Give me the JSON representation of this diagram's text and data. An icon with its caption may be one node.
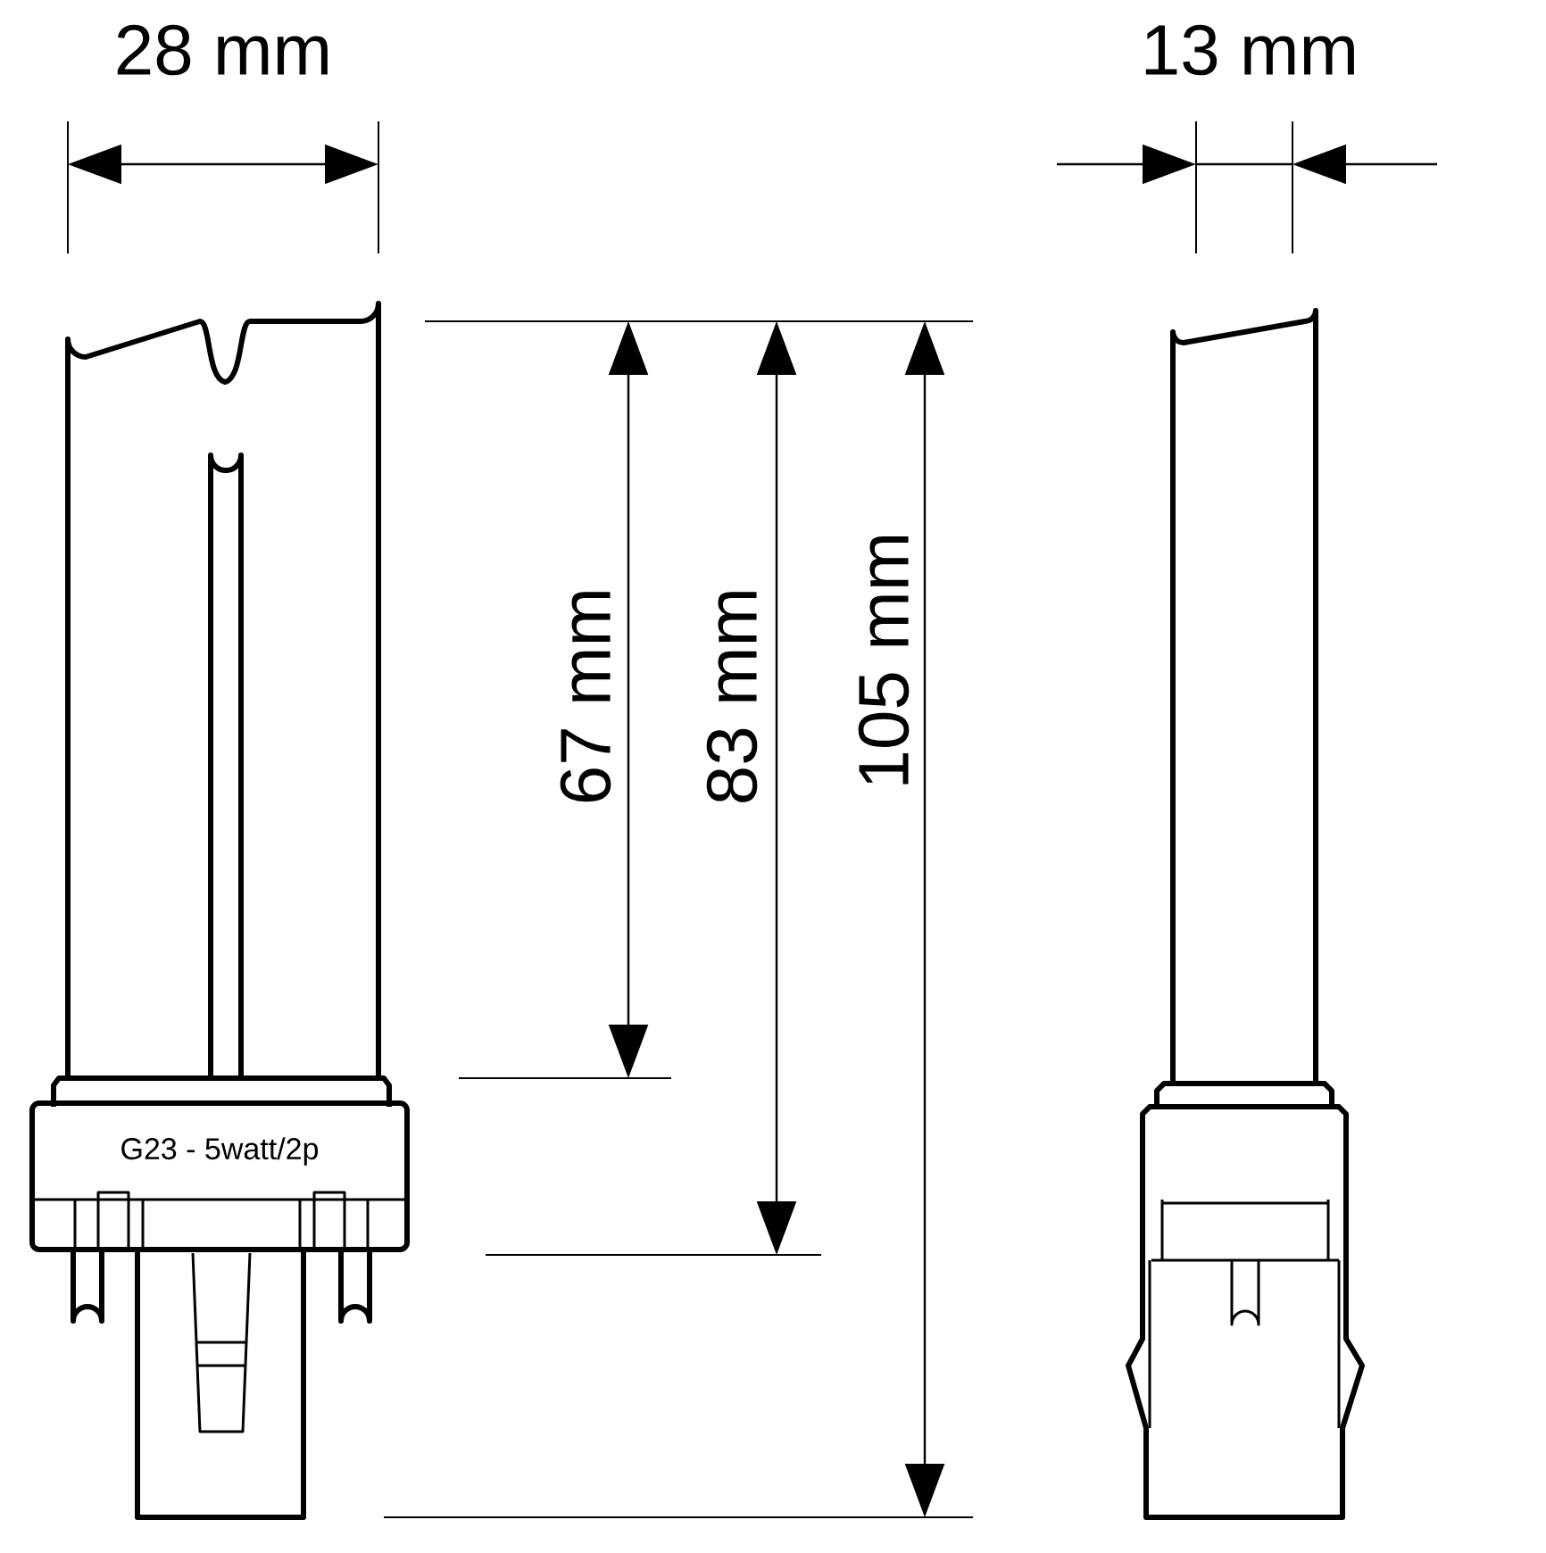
{
  "diagram": {
    "labels": [
      "28 mm",
      "13 mm",
      "67 mm",
      "83 mm",
      "105 mm",
      "G23 - 5watt/2p"
    ]
  }
}
